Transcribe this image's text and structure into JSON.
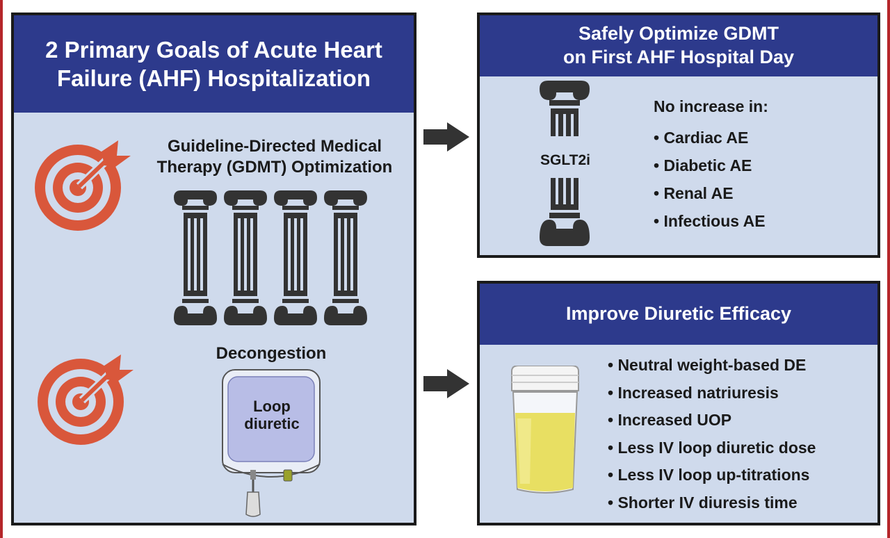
{
  "left_panel": {
    "title_line1": "2 Primary Goals of Acute Heart",
    "title_line2": "Failure (AHF) Hospitalization",
    "goal1_line1": "Guideline-Directed Medical",
    "goal1_line2": "Therapy (GDMT) Optimization",
    "goal2_label": "Decongestion",
    "bag_label_line1": "Loop",
    "bag_label_line2": "diuretic"
  },
  "top_right_panel": {
    "title_line1": "Safely Optimize GDMT",
    "title_line2": "on First AHF Hospital Day",
    "pillar_label": "SGLT2i",
    "list_heading": "No increase in:",
    "items": [
      "• Cardiac AE",
      "• Diabetic AE",
      "• Renal AE",
      "• Infectious AE"
    ]
  },
  "bottom_right_panel": {
    "title": "Improve Diuretic Efficacy",
    "items": [
      "• Neutral weight-based DE",
      "• Increased natriuresis",
      "• Increased UOP",
      "• Less IV loop diuretic dose",
      "• Less IV loop up-titrations",
      "• Shorter IV diuresis time"
    ]
  },
  "colors": {
    "header_blue": "#2d3a8c",
    "panel_bg": "#cfdaec",
    "target_red": "#d9573b",
    "pillar_dark": "#333333",
    "frame_red": "#b5262a"
  },
  "icons": [
    "target-icon",
    "pillar-icon",
    "iv-bag-icon",
    "urine-cup-icon",
    "arrow-right-icon"
  ]
}
